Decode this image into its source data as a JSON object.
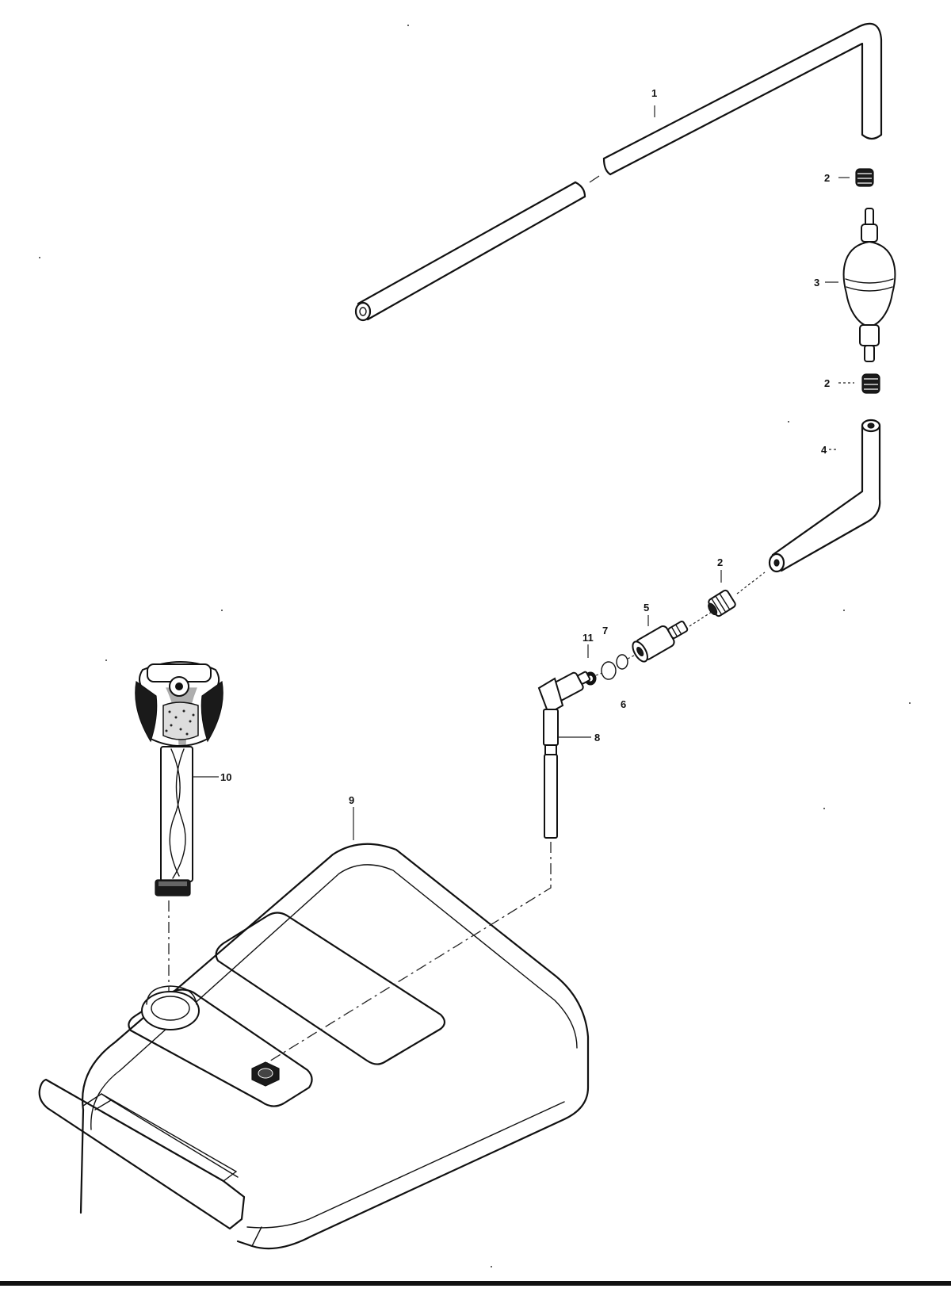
{
  "diagram": {
    "part_labels": [
      {
        "id": "1",
        "text": "1"
      },
      {
        "id": "2a",
        "text": "2"
      },
      {
        "id": "3",
        "text": "3"
      },
      {
        "id": "2b",
        "text": "2"
      },
      {
        "id": "4",
        "text": "4"
      },
      {
        "id": "2c",
        "text": "2"
      },
      {
        "id": "5",
        "text": "5"
      },
      {
        "id": "7",
        "text": "7"
      },
      {
        "id": "11",
        "text": "11"
      },
      {
        "id": "6",
        "text": "6"
      },
      {
        "id": "8",
        "text": "8"
      },
      {
        "id": "10",
        "text": "10"
      },
      {
        "id": "9",
        "text": "9"
      }
    ]
  }
}
